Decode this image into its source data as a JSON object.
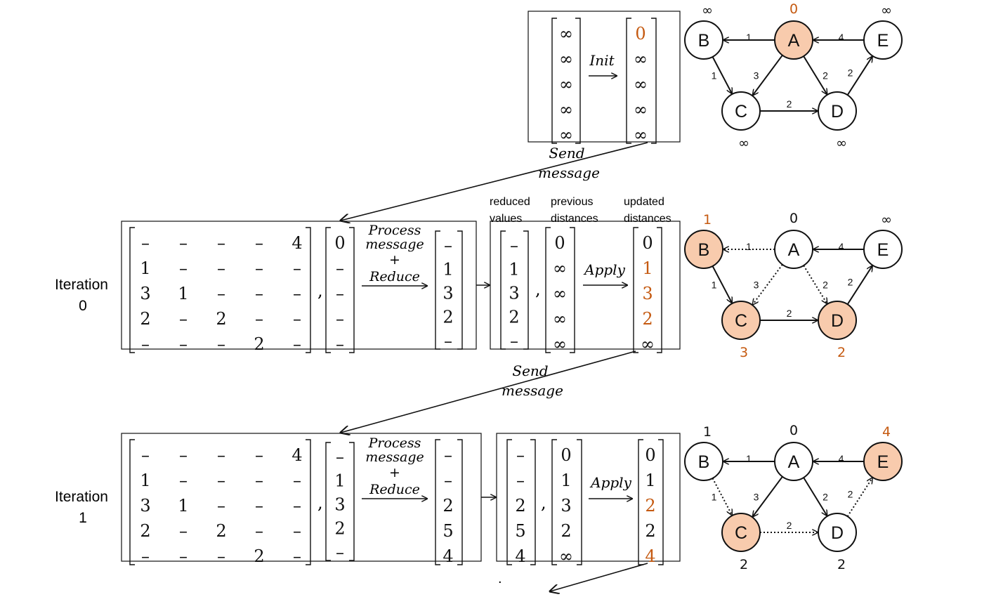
{
  "colors": {
    "highlight": "#c55a11",
    "node_fill_highlight": "#f8cbad",
    "stroke": "#111111"
  },
  "dash": "–",
  "inf": "∞",
  "captions": {
    "send_message": [
      "Send",
      "message"
    ],
    "init": "Init",
    "process": [
      "Process",
      "message",
      "+",
      "Reduce"
    ],
    "apply": "Apply",
    "col_reduced": [
      "reduced",
      "values"
    ],
    "col_previous": [
      "previous",
      "distances"
    ],
    "col_updated": [
      "updated",
      "distances"
    ],
    "iteration0": [
      "Iteration",
      "0"
    ],
    "iteration1": [
      "Iteration",
      "1"
    ],
    "stray_dot": "."
  },
  "adjacency_matrix": [
    [
      "–",
      "–",
      "–",
      "–",
      "4"
    ],
    [
      "1",
      "–",
      "–",
      "–",
      "–"
    ],
    [
      "3",
      "1",
      "–",
      "–",
      "–"
    ],
    [
      "2",
      "–",
      "2",
      "–",
      "–"
    ],
    [
      "–",
      "–",
      "–",
      "2",
      "–"
    ]
  ],
  "init_block": {
    "before": [
      "∞",
      "∞",
      "∞",
      "∞",
      "∞"
    ],
    "after": [
      "0",
      "∞",
      "∞",
      "∞",
      "∞"
    ],
    "after_highlight": [
      true,
      false,
      false,
      false,
      false
    ]
  },
  "iteration0": {
    "message_vector": [
      "0",
      "–",
      "–",
      "–",
      "–"
    ],
    "reduce_result": [
      "–",
      "1",
      "3",
      "2",
      "–"
    ],
    "reduced_values": [
      "–",
      "1",
      "3",
      "2",
      "–"
    ],
    "previous": [
      "0",
      "∞",
      "∞",
      "∞",
      "∞"
    ],
    "updated": [
      "0",
      "1",
      "3",
      "2",
      "∞"
    ],
    "updated_highlight": [
      false,
      true,
      true,
      true,
      false
    ]
  },
  "iteration1": {
    "message_vector": [
      "–",
      "1",
      "3",
      "2",
      "–"
    ],
    "reduce_result": [
      "–",
      "–",
      "2",
      "5",
      "4"
    ],
    "reduced_values": [
      "–",
      "–",
      "2",
      "5",
      "4"
    ],
    "previous": [
      "0",
      "1",
      "3",
      "2",
      "∞"
    ],
    "updated": [
      "0",
      "1",
      "2",
      "2",
      "4"
    ],
    "updated_highlight": [
      false,
      false,
      true,
      false,
      true
    ]
  },
  "graph": {
    "edges": [
      {
        "from": "A",
        "to": "B",
        "weight": "1"
      },
      {
        "from": "E",
        "to": "A",
        "weight": "4"
      },
      {
        "from": "B",
        "to": "C",
        "weight": "1"
      },
      {
        "from": "A",
        "to": "C",
        "weight": "3"
      },
      {
        "from": "A",
        "to": "D",
        "weight": "2"
      },
      {
        "from": "C",
        "to": "D",
        "weight": "2"
      },
      {
        "from": "D",
        "to": "E",
        "weight": "2"
      }
    ],
    "states": [
      {
        "highlight_nodes": [
          "A"
        ],
        "dotted_edges": [],
        "distances": {
          "A": "0",
          "B": "∞",
          "C": "∞",
          "D": "∞",
          "E": "∞"
        },
        "highlight_labels": [
          "A"
        ]
      },
      {
        "highlight_nodes": [
          "B",
          "C",
          "D"
        ],
        "dotted_edges": [
          "A-B",
          "A-C",
          "A-D"
        ],
        "distances": {
          "A": "0",
          "B": "1",
          "C": "3",
          "D": "2",
          "E": "∞"
        },
        "highlight_labels": [
          "B",
          "C",
          "D"
        ]
      },
      {
        "highlight_nodes": [
          "C",
          "E"
        ],
        "dotted_edges": [
          "B-C",
          "C-D",
          "D-E"
        ],
        "distances": {
          "A": "0",
          "B": "1",
          "C": "2",
          "D": "2",
          "E": "4"
        },
        "highlight_labels": [
          "E"
        ]
      }
    ]
  }
}
